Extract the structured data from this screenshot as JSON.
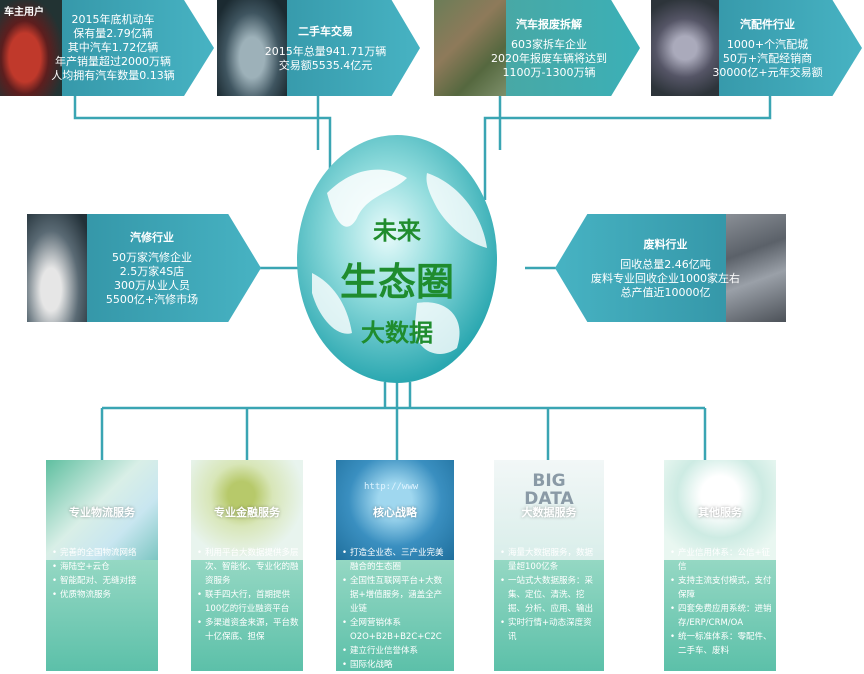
{
  "top_boxes": [
    {
      "title": "车主用户",
      "lines": [
        "2015年底机动车",
        "保有量2.79亿辆",
        "其中汽车1.72亿辆",
        "年产销量超过2000万辆",
        "人均拥有汽车数量0.13辆"
      ]
    },
    {
      "title": "二手车交易",
      "lines": [
        "2015年总量941.71万辆",
        "交易额5535.4亿元"
      ]
    },
    {
      "title": "汽车报废拆解",
      "lines": [
        "603家拆车企业",
        "2020年报废车辆将达到",
        "1100万-1300万辆"
      ]
    },
    {
      "title": "汽配件行业",
      "lines": [
        "1000+个汽配城",
        "50万+汽配经销商",
        "30000亿+元年交易额"
      ]
    }
  ],
  "left_box": {
    "title": "汽修行业",
    "lines": [
      "50万家汽修企业",
      "2.5万家4S店",
      "300万从业人员",
      "5500亿+汽修市场"
    ]
  },
  "right_box": {
    "title": "废料行业",
    "lines": [
      "回收总量2.46亿吨",
      "废料专业回收企业1000家左右",
      "总产值近10000亿"
    ]
  },
  "center": {
    "line1": "未来",
    "line2": "生态圈",
    "line3": "大数据"
  },
  "cards": [
    {
      "title": "专业物流服务",
      "items": [
        "完善的全国物流网络",
        "海陆空+云仓",
        "智能配对、无缝对接",
        "优质物流服务"
      ]
    },
    {
      "title": "专业金融服务",
      "items": [
        "利用平台大数据提供多层次、智能化、专业化的融资服务",
        "联手四大行，首期提供100亿的行业融资平台",
        "多渠道资金来源，平台数十亿保底、担保"
      ]
    },
    {
      "title": "核心战略",
      "header_text": "http://www",
      "items": [
        "打造全业态、三产业完美融合的生态圈",
        "全国性互联网平台+大数据+增值服务，涵盖全产业链",
        "全网营销体系O2O+B2B+B2C+C2C",
        "建立行业信誉体系",
        "国际化战略"
      ]
    },
    {
      "title": "大数据服务",
      "header_text": "BIG DATA",
      "items": [
        "海量大数据服务，数据量超100亿条",
        "一站式大数据服务：采集、定位、清洗、挖掘、分析、应用、输出",
        "实时行情+动态深度资讯"
      ]
    },
    {
      "title": "其他服务",
      "items": [
        "产业信用体系：公信+征信",
        "支持主流支付模式，支付保障",
        "四套免费应用系统：进销存/ERP/CRM/OA",
        "统一标准体系：零配件、二手车、废料"
      ]
    }
  ],
  "colors": {
    "arrow": "#3aa7b8",
    "arrow_dark": "#1f8fa3",
    "card_top": "#e9f7f1",
    "card_bottom": "#5cc0a9",
    "globe_text": "#1f8c2e",
    "line": "#3aa5b3"
  }
}
